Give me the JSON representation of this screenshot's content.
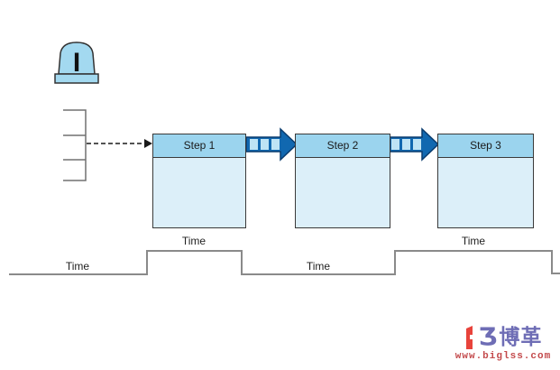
{
  "diagram": {
    "inventory": {
      "label": "I"
    },
    "steps": [
      {
        "label": "Step 1"
      },
      {
        "label": "Step 2"
      },
      {
        "label": "Step 3"
      }
    ],
    "time_labels": {
      "left_low": "Time",
      "under_step1": "Time",
      "middle_low": "Time",
      "under_step3": "Time"
    },
    "colors": {
      "box_header": "#9bd4ee",
      "box_body": "#dceff9",
      "box_border": "#3a3a3a",
      "push_arrow_fill": "#1168b0",
      "push_arrow_outline": "#0a3c6e",
      "push_arrow_squares": "#bfe4f5",
      "inventory_fill": "#a3d9f0",
      "timeline_line": "#8a8a8a"
    }
  },
  "watermark": {
    "logo_glyph": "Ʒ",
    "brand": "博革",
    "url": "www.biglss.com",
    "brand_color": "#6e6db5",
    "logo_red_color": "#e8433b",
    "url_color": "#c3494b"
  }
}
